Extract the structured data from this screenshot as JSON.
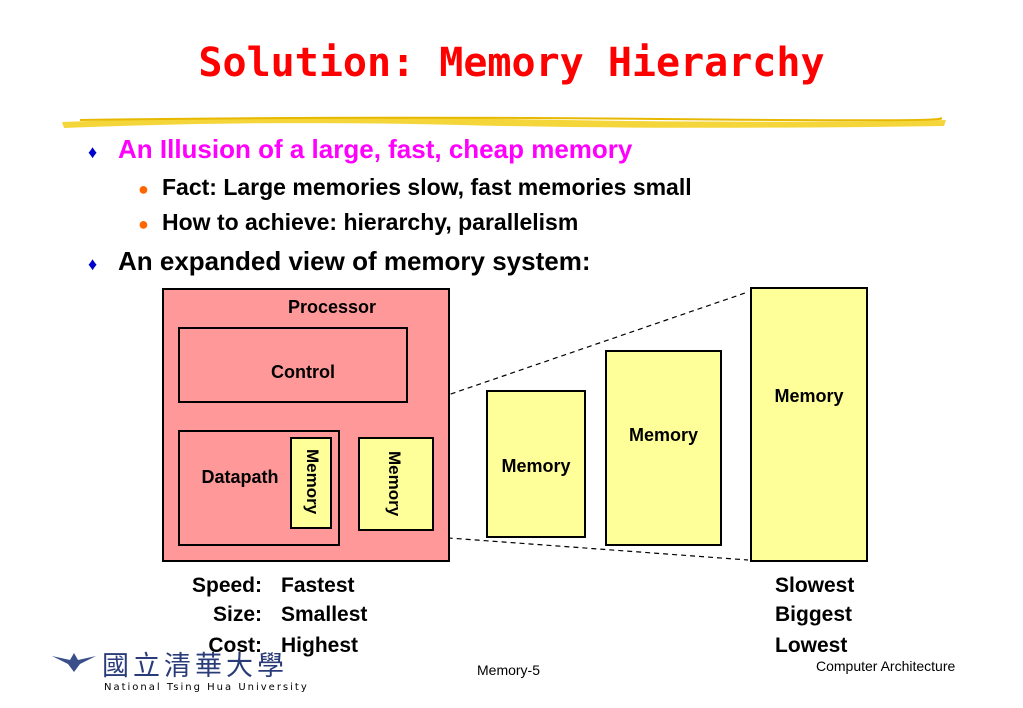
{
  "slide": {
    "title": "Solution: Memory Hierarchy",
    "bullets": [
      {
        "text": "An Illusion of a large, fast, cheap memory",
        "color": "#ff00ff"
      },
      {
        "text": "An expanded view of memory system:",
        "color": "#000000"
      }
    ],
    "sub_bullets": [
      "Fact: Large memories slow, fast memories small",
      "How to achieve: hierarchy, parallelism"
    ]
  },
  "diagram": {
    "processor_label": "Processor",
    "control_label": "Control",
    "datapath_label": "Datapath",
    "memory_label": "Memory",
    "colors": {
      "processor_fill": "#ff9999",
      "memory_fill": "#ffff99"
    }
  },
  "legend": {
    "speed": {
      "label": "Speed:",
      "fast": "Fastest",
      "slow": "Slowest"
    },
    "size": {
      "label": "Size:",
      "fast": "Smallest",
      "slow": "Biggest"
    },
    "cost": {
      "label": "Cost:",
      "fast": "Highest",
      "slow": "Lowest"
    }
  },
  "footer": {
    "university_cn": "國立清華大學",
    "university_en": "National Tsing Hua University",
    "page": "Memory-5",
    "course": "Computer Architecture"
  }
}
